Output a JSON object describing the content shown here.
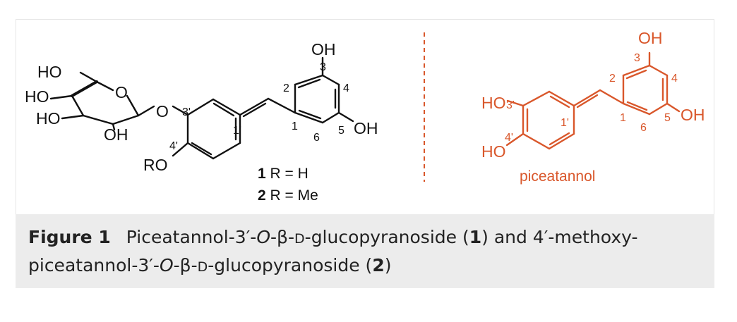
{
  "figure": {
    "compound_labels": [
      {
        "num": "1",
        "text": " R = H"
      },
      {
        "num": "2",
        "text": " R = Me"
      }
    ],
    "left_atoms": {
      "oh_top": "OH",
      "ho1": "HO",
      "ho2": "HO",
      "ho3": "HO",
      "oh_bottom": "OH",
      "ring_o": "O",
      "glyco_o": "O",
      "oh_right": "OH",
      "ro": "RO"
    },
    "left_numbers": [
      "3",
      "2",
      "4",
      "1",
      "6",
      "5",
      "3'",
      "4'",
      "1'"
    ],
    "right_atoms": {
      "oh_top": "OH",
      "ho_3p": "HO",
      "ho_4p": "HO",
      "oh_right": "OH"
    },
    "right_numbers": [
      "3",
      "2",
      "4",
      "1",
      "6",
      "5",
      "3'",
      "4'",
      "1'"
    ],
    "right_label": "piceatannol",
    "accent_color": "#d9572b"
  },
  "caption": {
    "label": "Figure 1",
    "part1": "Piceatannol-3′-",
    "o1": "O",
    "part2": "-β-",
    "d1": "D",
    "part3": "-glucopyranoside (",
    "n1": "1",
    "part4": ") and 4′-methoxy-",
    "part5": "piceatannol-3′-",
    "o2": "O",
    "part6": "-β-",
    "d2": "D",
    "part7": "-glucopyranoside (",
    "n2": "2",
    "part8": ")"
  }
}
